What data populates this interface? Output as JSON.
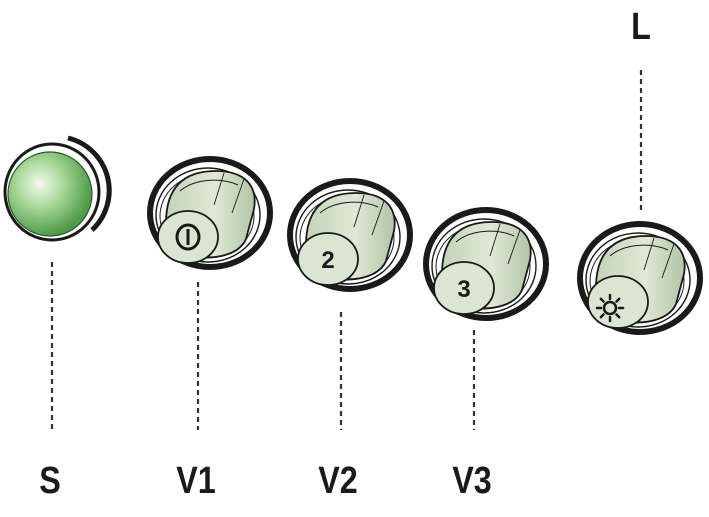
{
  "colors": {
    "outline": "#1a1a1a",
    "button_fill": "#d6e2cc",
    "button_face": "#dbe6d2",
    "button_shade": "#b8c8ac",
    "lamp_center": "#f4fbf0",
    "lamp_mid": "#a8d89a",
    "lamp_edge": "#4f9a4a",
    "leader": "#333333"
  },
  "controls": [
    {
      "id": "s",
      "callout": "S",
      "kind": "indicator-lamp",
      "icon": "light-icon"
    },
    {
      "id": "v1",
      "callout": "V1",
      "kind": "push-button",
      "face_icon": "power-icon"
    },
    {
      "id": "v2",
      "callout": "V2",
      "kind": "push-button",
      "face_text": "2"
    },
    {
      "id": "v3",
      "callout": "V3",
      "kind": "push-button",
      "face_text": "3"
    },
    {
      "id": "l",
      "callout": "L",
      "kind": "push-button",
      "face_icon": "sun-icon"
    }
  ]
}
